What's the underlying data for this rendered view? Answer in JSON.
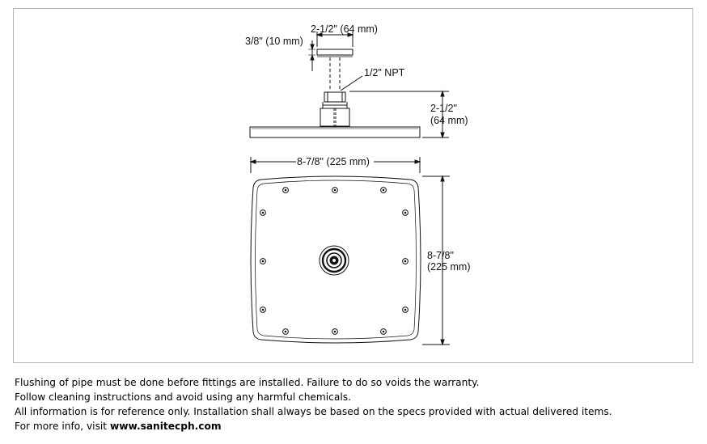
{
  "diagram": {
    "labels": {
      "arm_width": "2-1/2\" (64 mm)",
      "flange_thickness": "3/8\" (10 mm)",
      "thread": "1/2\" NPT",
      "side_height_1": "2-1/2\"",
      "side_height_2": "(64 mm)",
      "plate_width": "8-7/8\" (225 mm)",
      "plate_height_1": "8-7/8\"",
      "plate_height_2": "(225 mm)"
    },
    "line_color": "#111111",
    "frame_color": "#b5b5b5"
  },
  "notes": {
    "line1": "Flushing of pipe must be done before fittings are installed. Failure to do so voids the warranty.",
    "line2": "Follow cleaning instructions and avoid using any harmful chemicals.",
    "line3": "All information is for reference only. Installation shall always be based on the specs provided with actual delivered items.",
    "line4_prefix": "For more info, visit ",
    "line4_url": "www.sanitecph.com"
  }
}
